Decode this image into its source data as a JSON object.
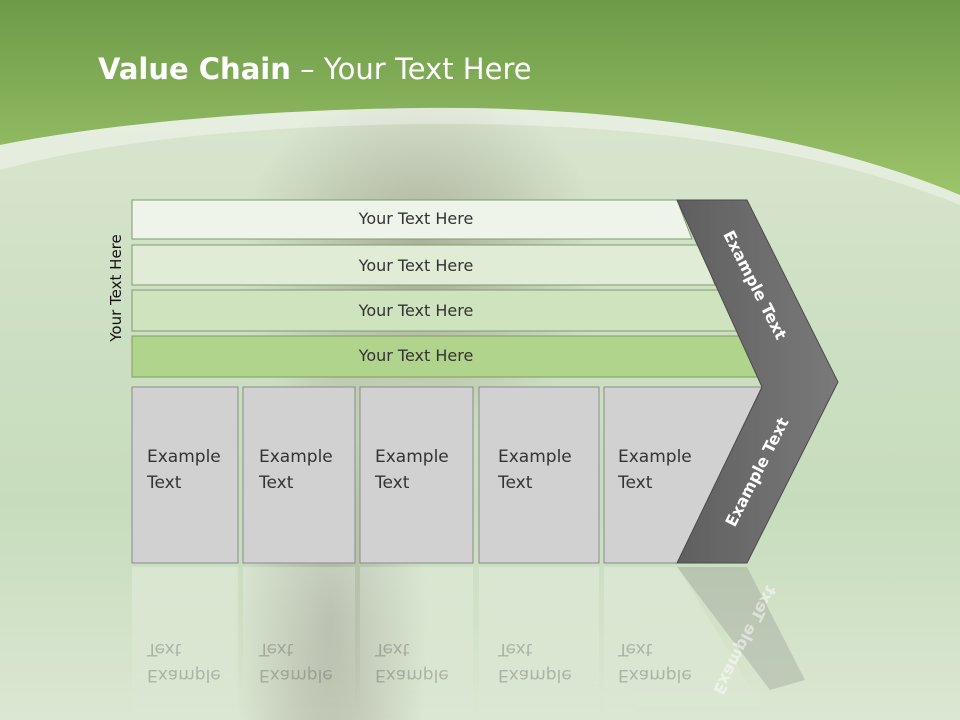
{
  "title": {
    "bold": "Value Chain",
    "rest": " – Your Text Here"
  },
  "side_label": "Your Text Here",
  "rows": [
    {
      "label": "Your Text Here"
    },
    {
      "label": "Your Text Here"
    },
    {
      "label": "Your Text Here"
    },
    {
      "label": "Your Text Here"
    }
  ],
  "columns": [
    {
      "line1": "Example",
      "line2": "Text"
    },
    {
      "line1": "Example",
      "line2": "Text"
    },
    {
      "line1": "Example",
      "line2": "Text"
    },
    {
      "line1": "Example",
      "line2": "Text"
    },
    {
      "line1": "Example",
      "line2": "Text"
    }
  ],
  "chevron": {
    "upper": "Example Text",
    "lower": "Example Text"
  },
  "colors": {
    "header_green": "#8fbd5f",
    "row_fills": [
      "#eef4ea",
      "#e0ecd6",
      "#cfe3bf",
      "#b1d48c"
    ],
    "cell_fill": "#d1d1d1",
    "chevron_fill": "#6e6e6e"
  }
}
